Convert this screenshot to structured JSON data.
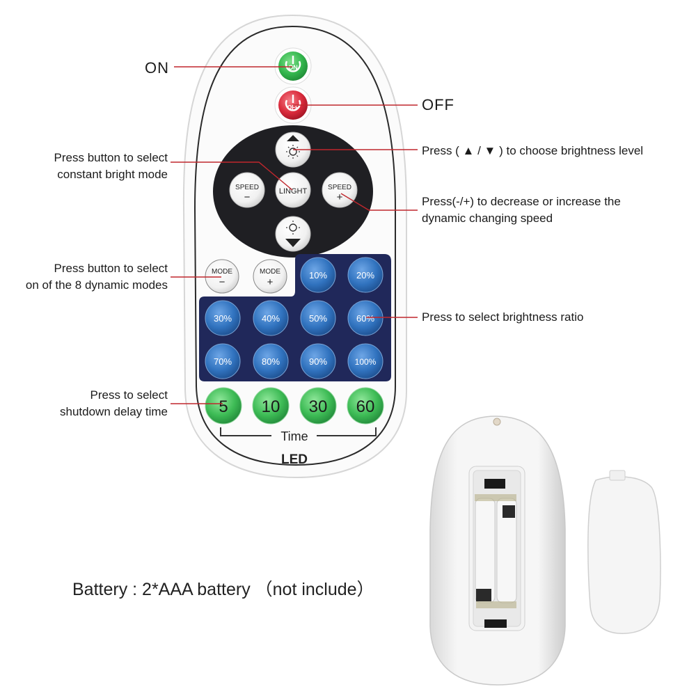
{
  "callouts": {
    "on": "ON",
    "off": "OFF",
    "constant_line1": "Press button to select",
    "constant_line2": "constant bright mode",
    "brightness_level": "Press ( ▲ / ▼ ) to choose brightness level",
    "speed_line1": "Press(-/+) to decrease or increase the",
    "speed_line2": "dynamic changing speed",
    "dynamic_line1": "Press button to select",
    "dynamic_line2": "on of the 8 dynamic modes",
    "ratio": "Press to select brightness ratio",
    "shutdown_line1": "Press to select",
    "shutdown_line2": "shutdown delay time"
  },
  "remote": {
    "on_label": "ON",
    "off_label": "OFF",
    "light_label": "LINGHT",
    "speed_label": "SPEED",
    "minus": "−",
    "plus": "+",
    "mode_label": "MODE",
    "brightness_buttons": [
      "10%",
      "20%",
      "30%",
      "40%",
      "50%",
      "60%",
      "70%",
      "80%",
      "90%",
      "100%"
    ],
    "timer_buttons": [
      "5",
      "10",
      "30",
      "60"
    ],
    "time_label": "Time",
    "brand": "LED"
  },
  "battery": "Battery : 2*AAA battery （not include）",
  "colors": {
    "on_green": "#2eb84a",
    "off_red": "#d6283a",
    "pad_dark": "#1f1f23",
    "blue_btn": "#2f6fb5",
    "navy_panel": "#20285a",
    "timer_green": "#37b54f",
    "callout_line": "#c0272d"
  }
}
